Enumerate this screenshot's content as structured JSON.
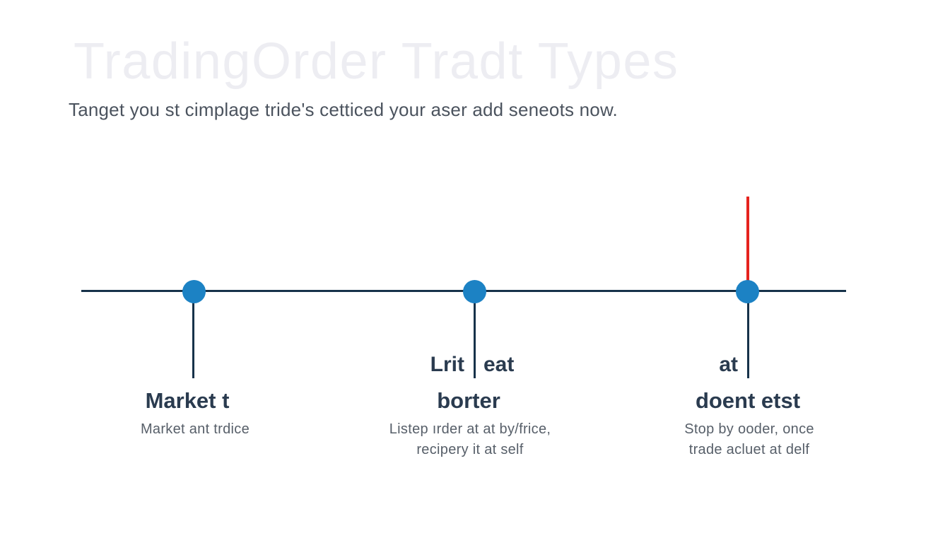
{
  "header": {
    "ghost_title": "TradingOrder Tradt Types",
    "subtitle": "Tanget you st cimplage tride's cetticed your aser add seneots now."
  },
  "colors": {
    "page_bg": "#ffffff",
    "ghost_title": "#ededf2",
    "subtitle": "#4b535e",
    "axis": "#17324a",
    "dot": "#1c82c4",
    "heading": "#2a3b4f",
    "description": "#575f69",
    "alert_line": "#e5231e"
  },
  "timeline": {
    "items": [
      {
        "stem_label_left": "",
        "stem_label_right": "",
        "heading": "Market t",
        "description_lines": [
          "Market ant trdice",
          ""
        ]
      },
      {
        "stem_label_left": "Lrit",
        "stem_label_right": "eat",
        "heading": "borter",
        "description_lines": [
          "Listep ırder at at by/frice,",
          "recipery it at self"
        ]
      },
      {
        "stem_label_left": "at",
        "stem_label_right": "",
        "heading": "doent etst",
        "description_lines": [
          "Stop by ooder, once",
          "trade acluet at delf"
        ]
      }
    ]
  }
}
